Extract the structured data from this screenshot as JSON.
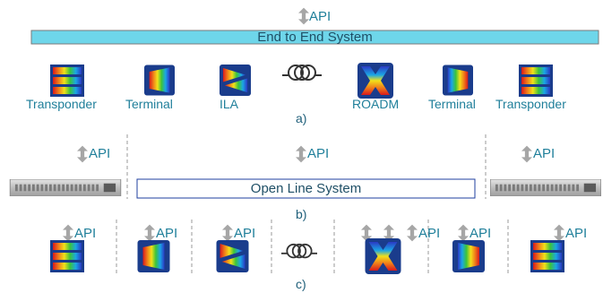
{
  "api_label": "API",
  "panel_a": {
    "system_bar": "End to End System",
    "caption": "a)",
    "labels": {
      "transponder_left": "Transponder",
      "terminal_left": "Terminal",
      "ila": "ILA",
      "roadm": "ROADM",
      "terminal_right": "Terminal",
      "transponder_right": "Transponder"
    }
  },
  "panel_b": {
    "system_bar": "Open Line System",
    "caption": "b)"
  },
  "panel_c": {
    "caption": "c)"
  },
  "colors": {
    "bar_fill": "#6ed6ea",
    "label_text": "#1f7f9a",
    "api_arrow": "#a6a6a6",
    "divider": "#9a9a9a",
    "node_border": "#1a3c8c"
  }
}
